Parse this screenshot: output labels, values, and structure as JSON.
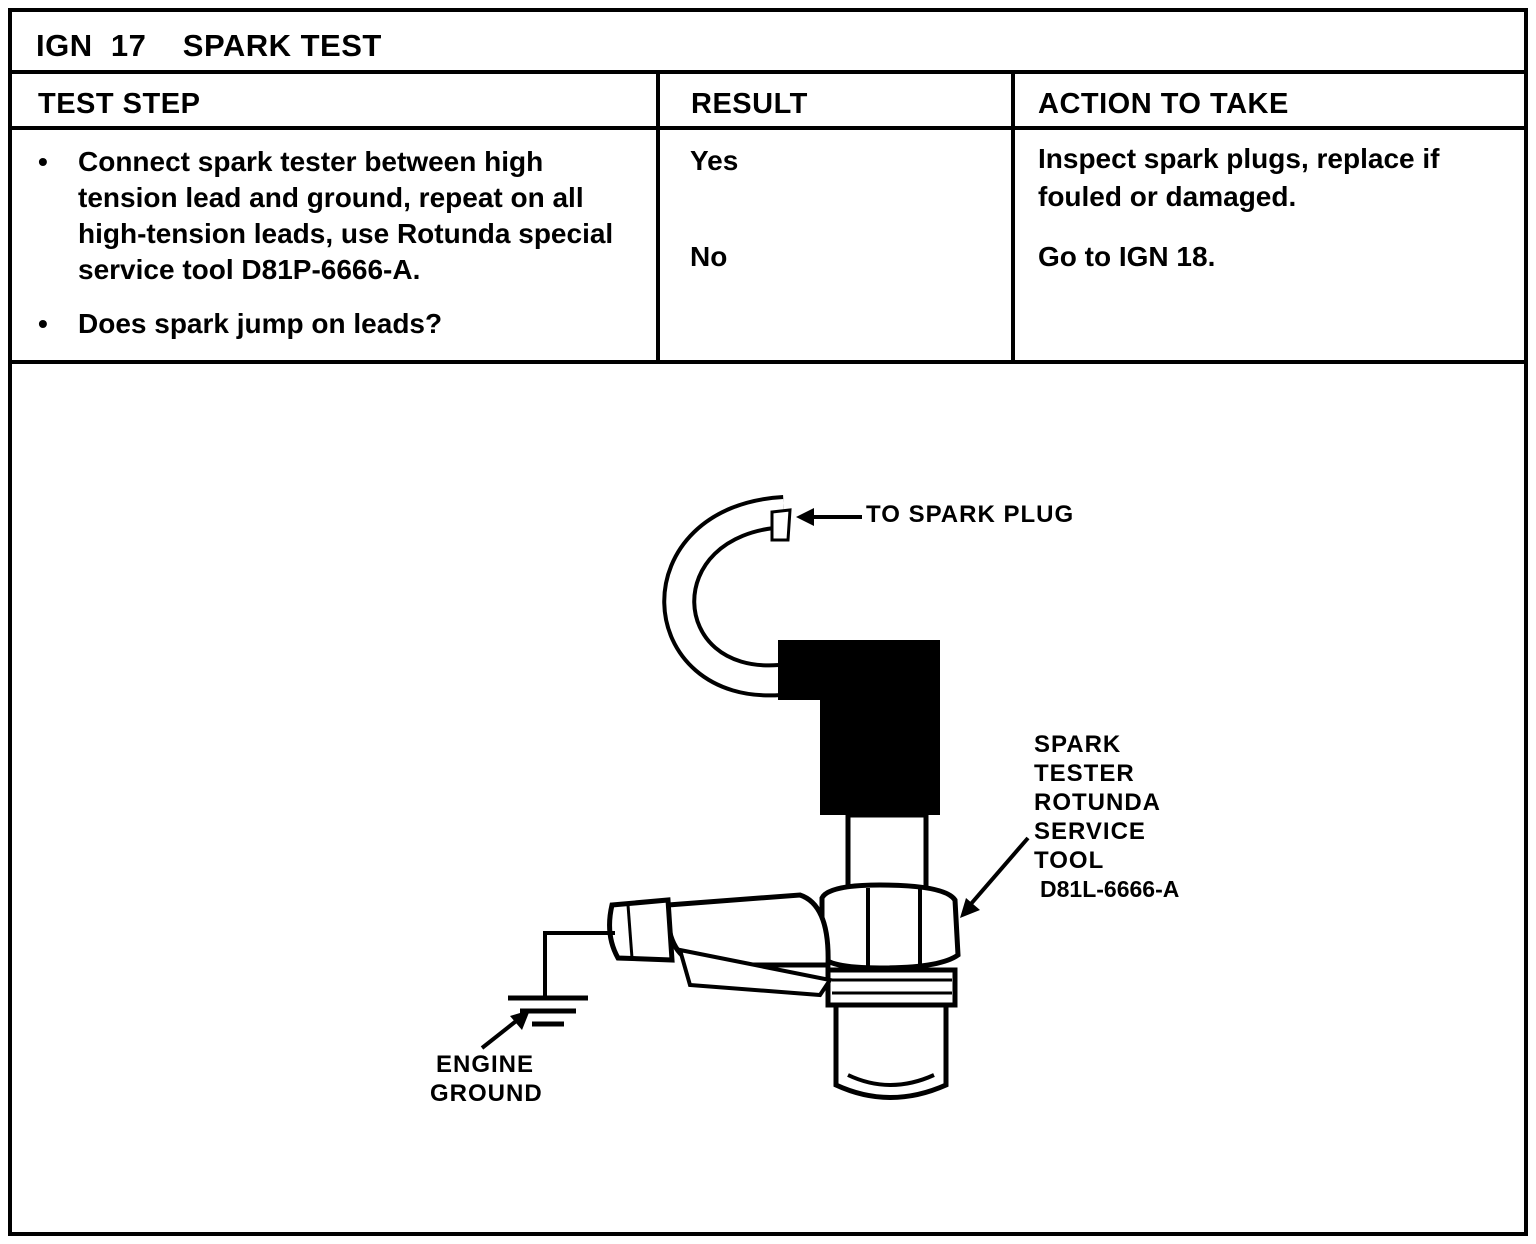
{
  "header": {
    "title": "IGN  17    SPARK TEST"
  },
  "columns": {
    "test_step": "TEST STEP",
    "result": "RESULT",
    "action": "ACTION TO TAKE"
  },
  "steps": [
    "Connect spark tester between high tension lead and ground, repeat on all high-tension leads, use Rotunda special service tool D81P-6666-A.",
    "Does spark jump on leads?"
  ],
  "results": {
    "yes": "Yes",
    "no": "No"
  },
  "actions": {
    "yes": "Inspect spark plugs, replace if fouled or damaged.",
    "no": "Go to IGN 18."
  },
  "illustration": {
    "to_spark_plug": "TO SPARK PLUG",
    "tester_label": [
      "SPARK",
      "TESTER",
      "ROTUNDA",
      "SERVICE",
      "TOOL"
    ],
    "tool_number": "D81L-6666-A",
    "ground_label": [
      "ENGINE",
      "GROUND"
    ]
  }
}
